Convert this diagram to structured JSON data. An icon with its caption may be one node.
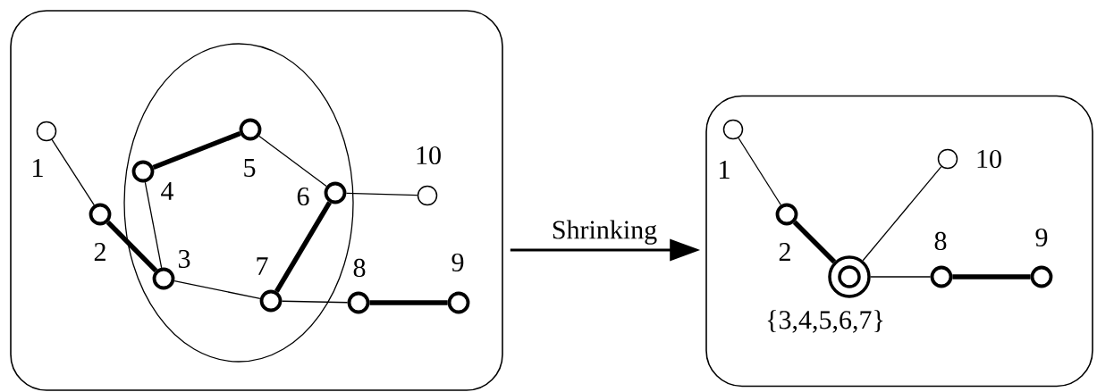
{
  "diagram": {
    "nodes": [
      {
        "text": [],
        "shape": "box"
      },
      {
        "text": [],
        "shape": "ellipse",
        "in": 0
      },
      {
        "text": [],
        "shape": "circle",
        "beside": [
          "1"
        ],
        "in": 0
      },
      {
        "text": [],
        "shape": "circle",
        "beside": [
          "2"
        ],
        "in": 0
      },
      {
        "text": [],
        "shape": "circle",
        "beside": [
          "3"
        ],
        "in": 1
      },
      {
        "text": [],
        "shape": "circle",
        "beside": [
          "4"
        ],
        "in": 1
      },
      {
        "text": [],
        "shape": "circle",
        "beside": [
          "5"
        ],
        "in": 1
      },
      {
        "text": [],
        "shape": "circle",
        "beside": [
          "6"
        ],
        "in": 1
      },
      {
        "text": [],
        "shape": "circle",
        "beside": [
          "7"
        ],
        "in": 1
      },
      {
        "text": [],
        "shape": "circle",
        "beside": [
          "8"
        ],
        "in": 0
      },
      {
        "text": [],
        "shape": "circle",
        "beside": [
          "9"
        ],
        "in": 0
      },
      {
        "text": [],
        "shape": "circle",
        "beside": [
          "10"
        ],
        "in": 0
      },
      {
        "text": [],
        "shape": "box"
      },
      {
        "text": [],
        "shape": "circle",
        "beside": [
          "1"
        ],
        "in": 12
      },
      {
        "text": [],
        "shape": "circle",
        "beside": [
          "2"
        ],
        "in": 12
      },
      {
        "text": [],
        "shape": "ring",
        "beside": [
          "{3,4,5,6,7}"
        ],
        "in": 12
      },
      {
        "text": [],
        "shape": "circle",
        "beside": [
          "10"
        ],
        "in": 12
      },
      {
        "text": [],
        "shape": "circle",
        "beside": [
          "8"
        ],
        "in": 12
      },
      {
        "text": [],
        "shape": "circle",
        "beside": [
          "9"
        ],
        "in": 12
      }
    ],
    "edges": [
      {
        "from": 2,
        "to": 3,
        "arrow": "none"
      },
      {
        "from": 3,
        "to": 4,
        "arrow": "none",
        "style": "thick"
      },
      {
        "from": 4,
        "to": 5,
        "arrow": "none"
      },
      {
        "from": 5,
        "to": 6,
        "arrow": "none",
        "style": "thick"
      },
      {
        "from": 6,
        "to": 7,
        "arrow": "none"
      },
      {
        "from": 7,
        "to": 8,
        "arrow": "none",
        "style": "thick"
      },
      {
        "from": 4,
        "to": 8,
        "arrow": "none"
      },
      {
        "from": 7,
        "to": 11,
        "arrow": "none"
      },
      {
        "from": 8,
        "to": 9,
        "arrow": "none"
      },
      {
        "from": 9,
        "to": 10,
        "arrow": "none",
        "style": "thick"
      },
      {
        "from": 0,
        "to": 12,
        "arrow": "to",
        "label": "Shrinking"
      },
      {
        "from": 13,
        "to": 14,
        "arrow": "none"
      },
      {
        "from": 14,
        "to": 15,
        "arrow": "none",
        "style": "thick"
      },
      {
        "from": 15,
        "to": 16,
        "arrow": "none"
      },
      {
        "from": 15,
        "to": 17,
        "arrow": "none"
      },
      {
        "from": 17,
        "to": 18,
        "arrow": "none",
        "style": "thick"
      }
    ]
  }
}
